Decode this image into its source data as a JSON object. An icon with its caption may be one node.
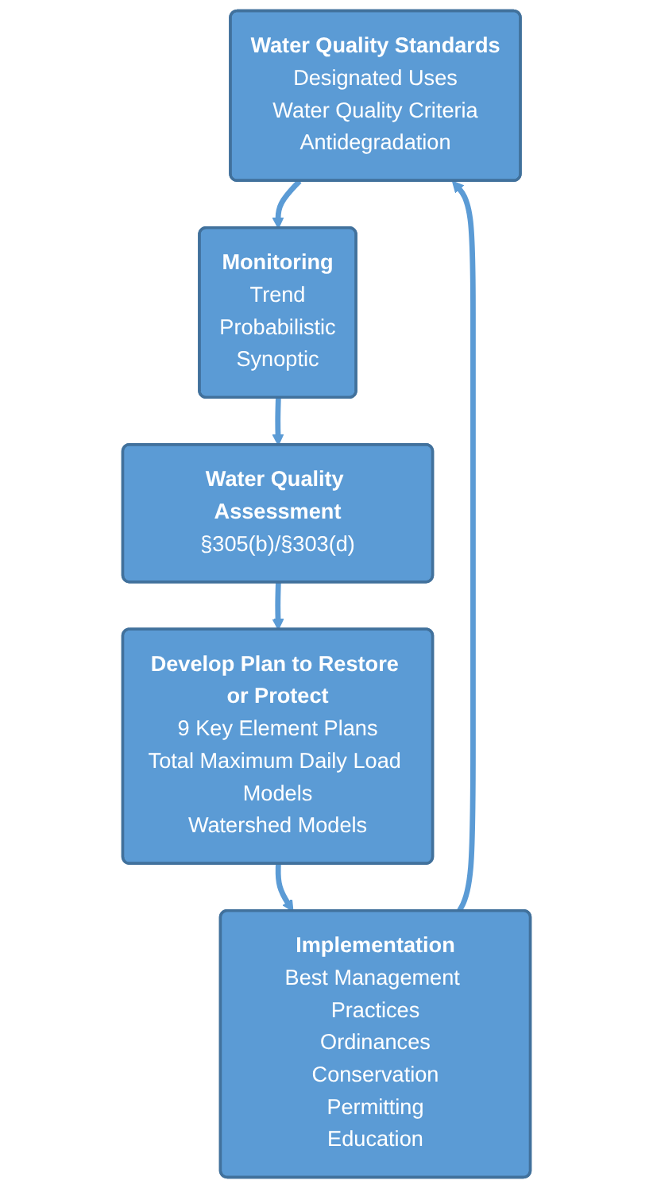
{
  "diagram": {
    "nodes": [
      {
        "text": [
          "Water Quality Standards",
          "Designated Uses",
          "Water Quality Criteria",
          "Antidegradation"
        ]
      },
      {
        "text": [
          "Monitoring",
          "Trend",
          "Probabilistic",
          "Synoptic"
        ]
      },
      {
        "text": [
          "Water Quality Assessment",
          "§305(b)/§303(d)"
        ]
      },
      {
        "text": [
          "Develop Plan to Restore or Protect",
          "9 Key Element Plans",
          "Total Maximum Daily Load Models",
          "Watershed Models"
        ]
      },
      {
        "text": [
          "Implementation",
          "Best Management Practices",
          "Ordinances",
          "Conservation",
          "Permitting",
          "Education"
        ]
      }
    ],
    "edges": [
      {
        "from": 0,
        "to": 1,
        "arrow": "to"
      },
      {
        "from": 1,
        "to": 2,
        "arrow": "to"
      },
      {
        "from": 2,
        "to": 3,
        "arrow": "to"
      },
      {
        "from": 3,
        "to": 4,
        "arrow": "to"
      },
      {
        "from": 4,
        "to": 0,
        "arrow": "to"
      }
    ]
  }
}
